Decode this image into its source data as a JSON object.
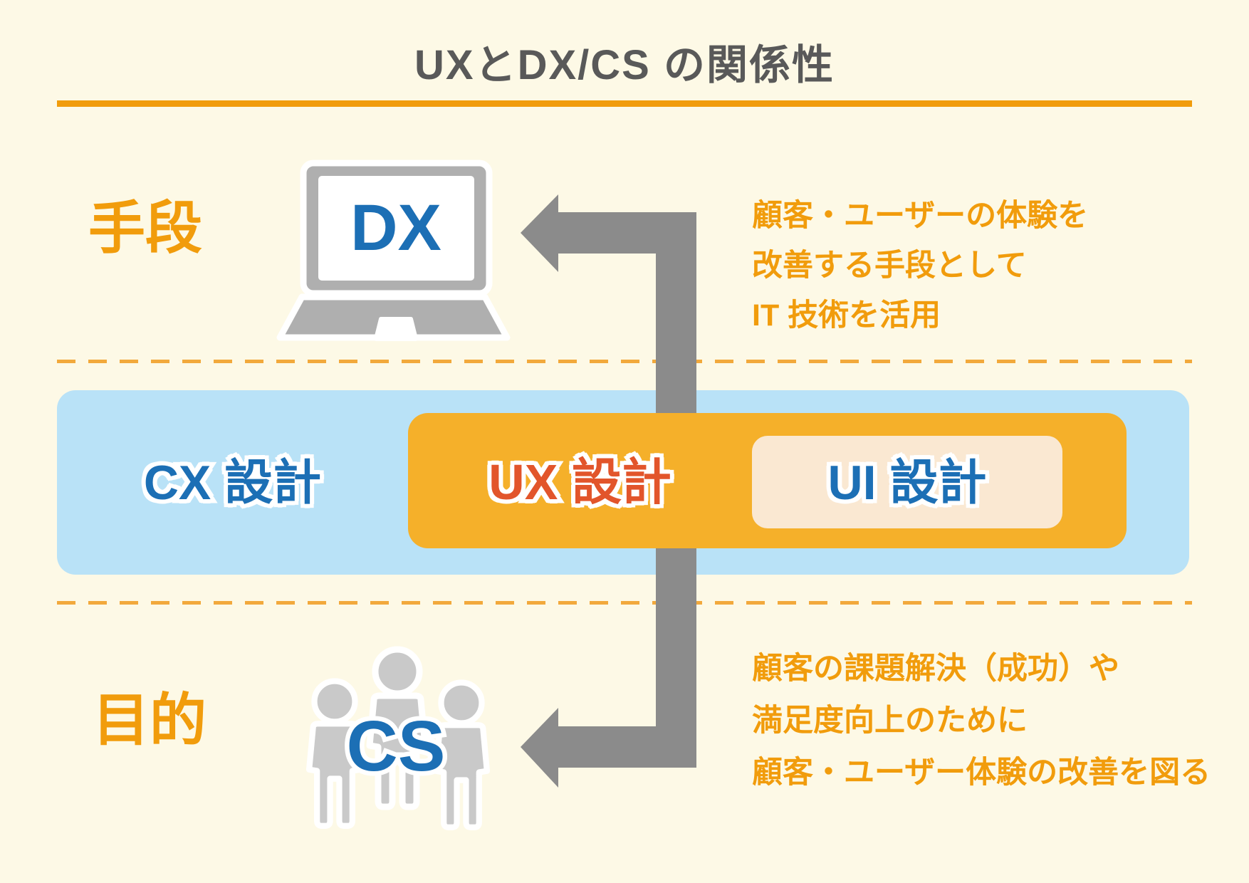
{
  "title": "UXとDX/CS の関係性",
  "sections": {
    "means": {
      "row_label": "手段",
      "device_label": "DX",
      "note": [
        "顧客・ユーザーの体験を",
        "改善する手段として",
        "IT 技術を活用"
      ]
    },
    "design_layers": {
      "cx_label": "CX 設計",
      "ux_label": "UX 設計",
      "ui_label": "UI 設計"
    },
    "purpose": {
      "row_label": "目的",
      "group_label": "CS",
      "note": [
        "顧客の課題解決（成功）や",
        "満足度向上のために",
        "顧客・ユーザー体験の改善を図る"
      ]
    }
  },
  "colors": {
    "background": "#FDF9E6",
    "accent_orange": "#F19C0C",
    "dash_orange": "#F2A93C",
    "band_blue": "#B9E2F7",
    "box_orange": "#F5B02A",
    "box_cream": "#FAE8D2",
    "text_blue": "#1C6FB5",
    "text_red": "#E2552B",
    "arrow_gray": "#8B8B8B",
    "title_gray": "#595959",
    "figure_gray": "#C9C9C9",
    "laptop_gray": "#AFAFAF"
  }
}
